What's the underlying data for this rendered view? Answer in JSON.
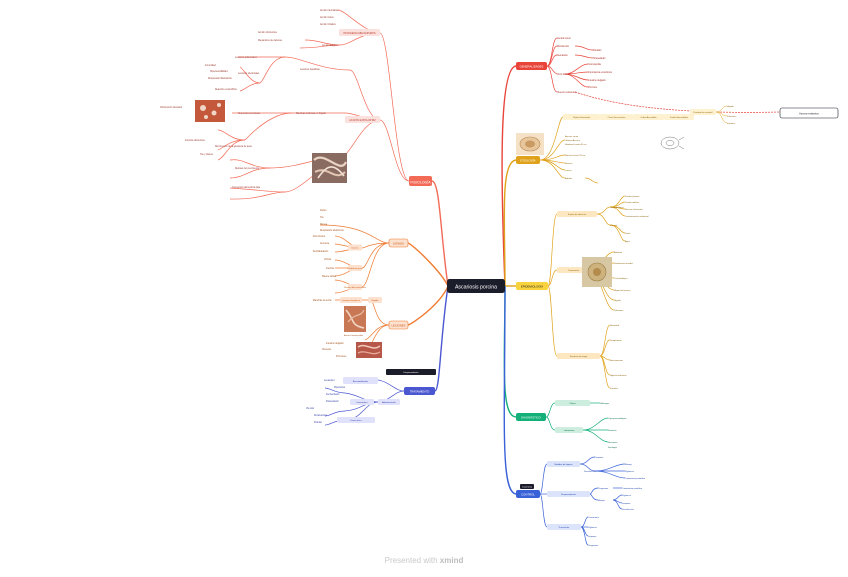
{
  "central": {
    "label": "Ascariosis porcina"
  },
  "footer": {
    "prefix": "Presented with",
    "brand": "xmind"
  },
  "colors": {
    "left_red": "#f36a57",
    "left_orange": "#f07a2f",
    "left_blue": "#4b57d0",
    "right_red": "#e8443a",
    "right_gold": "#e0a21a",
    "right_green": "#14b07a",
    "right_blue": "#3a62d8",
    "central_bg": "#1c1d2b"
  },
  "branches": [
    {
      "key": "fisiologia",
      "label": "FISIOLOGÍA",
      "items": [
        "PATOGENIA-MECANISMOS",
        "ACCIÓN EXPOLIATRIZ",
        "Acción traumática",
        "Acción tóxica",
        "Acción irritativa",
        "Acción alérgica",
        "Mecanismo de defensa",
        "Acción obstructiva",
        "Lesiones hepáticas",
        "Lesiones pulmonares",
        "Lesiones intestinales",
        "Inmunidad",
        "Hipersensibilidad",
        "Respuesta inflamatoria",
        "Reacción eosinofílica",
        "Manchas lechosas en hígado",
        "Neumonía verminosa",
        "Obstrucción intestinal",
        "Ictericia obstructiva",
        "Disminución de la ganancia de peso",
        "Tos y disnea",
        "Retraso del crecimiento",
        "Conversión alimenticia baja"
      ]
    },
    {
      "key": "signos",
      "label": "SIGNOS",
      "items": [
        "Diarrea",
        "Pérdida de peso",
        "Retraso del crecimiento",
        "Fiebre",
        "Tos",
        "Disnea",
        "Respiración abdominal",
        "Pelo hirsuto",
        "Anorexia",
        "Deshidratación",
        "Vómito",
        "Ictericia",
        "Muerte súbita"
      ]
    },
    {
      "key": "lesiones",
      "label": "LESIONES",
      "items": [
        "Manchas de leche",
        "Lesiones hepáticas",
        "Hígado",
        "Intestino delgado",
        "Ascaris lumbricoides",
        "Vísceras",
        "Pulmones"
      ]
    },
    {
      "key": "tratamiento",
      "label": "TRATAMIENTO",
      "items": [
        "Benzimidazoles",
        "Ivermectina",
        "Levamisol",
        "Piperazina",
        "Fenbendazol",
        "Flubendazol",
        "Doramectina",
        "Pirantel",
        "Dosis única",
        "Desparasitación",
        "Administración",
        "Vía oral"
      ]
    }
  ],
  "right_branches": [
    {
      "key": "generalidades",
      "label": "GENERALIDADES",
      "items": [
        "Ascaris suum",
        "Distribución",
        "Parásito",
        "Nematodo",
        "Hospedador",
        "Ciclo directo",
        "Cosmopolita",
        "Importancia económica",
        "Intestino delgado",
        "Porcinos",
        "Huevos resistentes"
      ]
    },
    {
      "key": "etiologia",
      "label": "ETIOLOGÍA",
      "items": [
        "Ascaris suum",
        "Phylum Nematoda",
        "Clase Secernentea",
        "Orden Ascaridida",
        "Familia Ascarididae",
        "Género Ascaris",
        "Hembras hasta 40 cm",
        "Machos hasta 25 cm",
        "Huevos",
        "Larvas",
        "Adultos"
      ]
    },
    {
      "key": "epidemiologia",
      "label": "EPIDEMIOLOGÍA",
      "items": [
        "Fuente de infección",
        "Transmisión",
        "Vía oral",
        "Huevos infectantes",
        "Contaminación ambiental",
        "Suelo",
        "Agua",
        "Alimento",
        "Hospedadores",
        "Cerdos jóvenes",
        "Cerdos adultos",
        "Factores de riesgo",
        "Humedad",
        "Temperatura",
        "Hacinamiento",
        "Higiene deficiente",
        "Distribución mundial",
        "Ciclo biológico",
        "Migración larvaria",
        "Hígado",
        "Pulmones",
        "Intestino"
      ]
    },
    {
      "key": "diagnostico",
      "label": "DIAGNÓSTICO",
      "items": [
        "Clínico",
        "Laboratorio",
        "Coproparasitológico",
        "Flotación",
        "Necropsia",
        "Hallazgos",
        "Serología"
      ]
    },
    {
      "key": "control",
      "label": "CONTROL",
      "items": [
        "Medidas de higiene",
        "Limpieza",
        "Desinfección",
        "Manejo",
        "Desparasitación",
        "Programas",
        "Tratamiento periódico",
        "Prevención",
        "Cuarentena",
        "Vigilancia"
      ]
    }
  ]
}
